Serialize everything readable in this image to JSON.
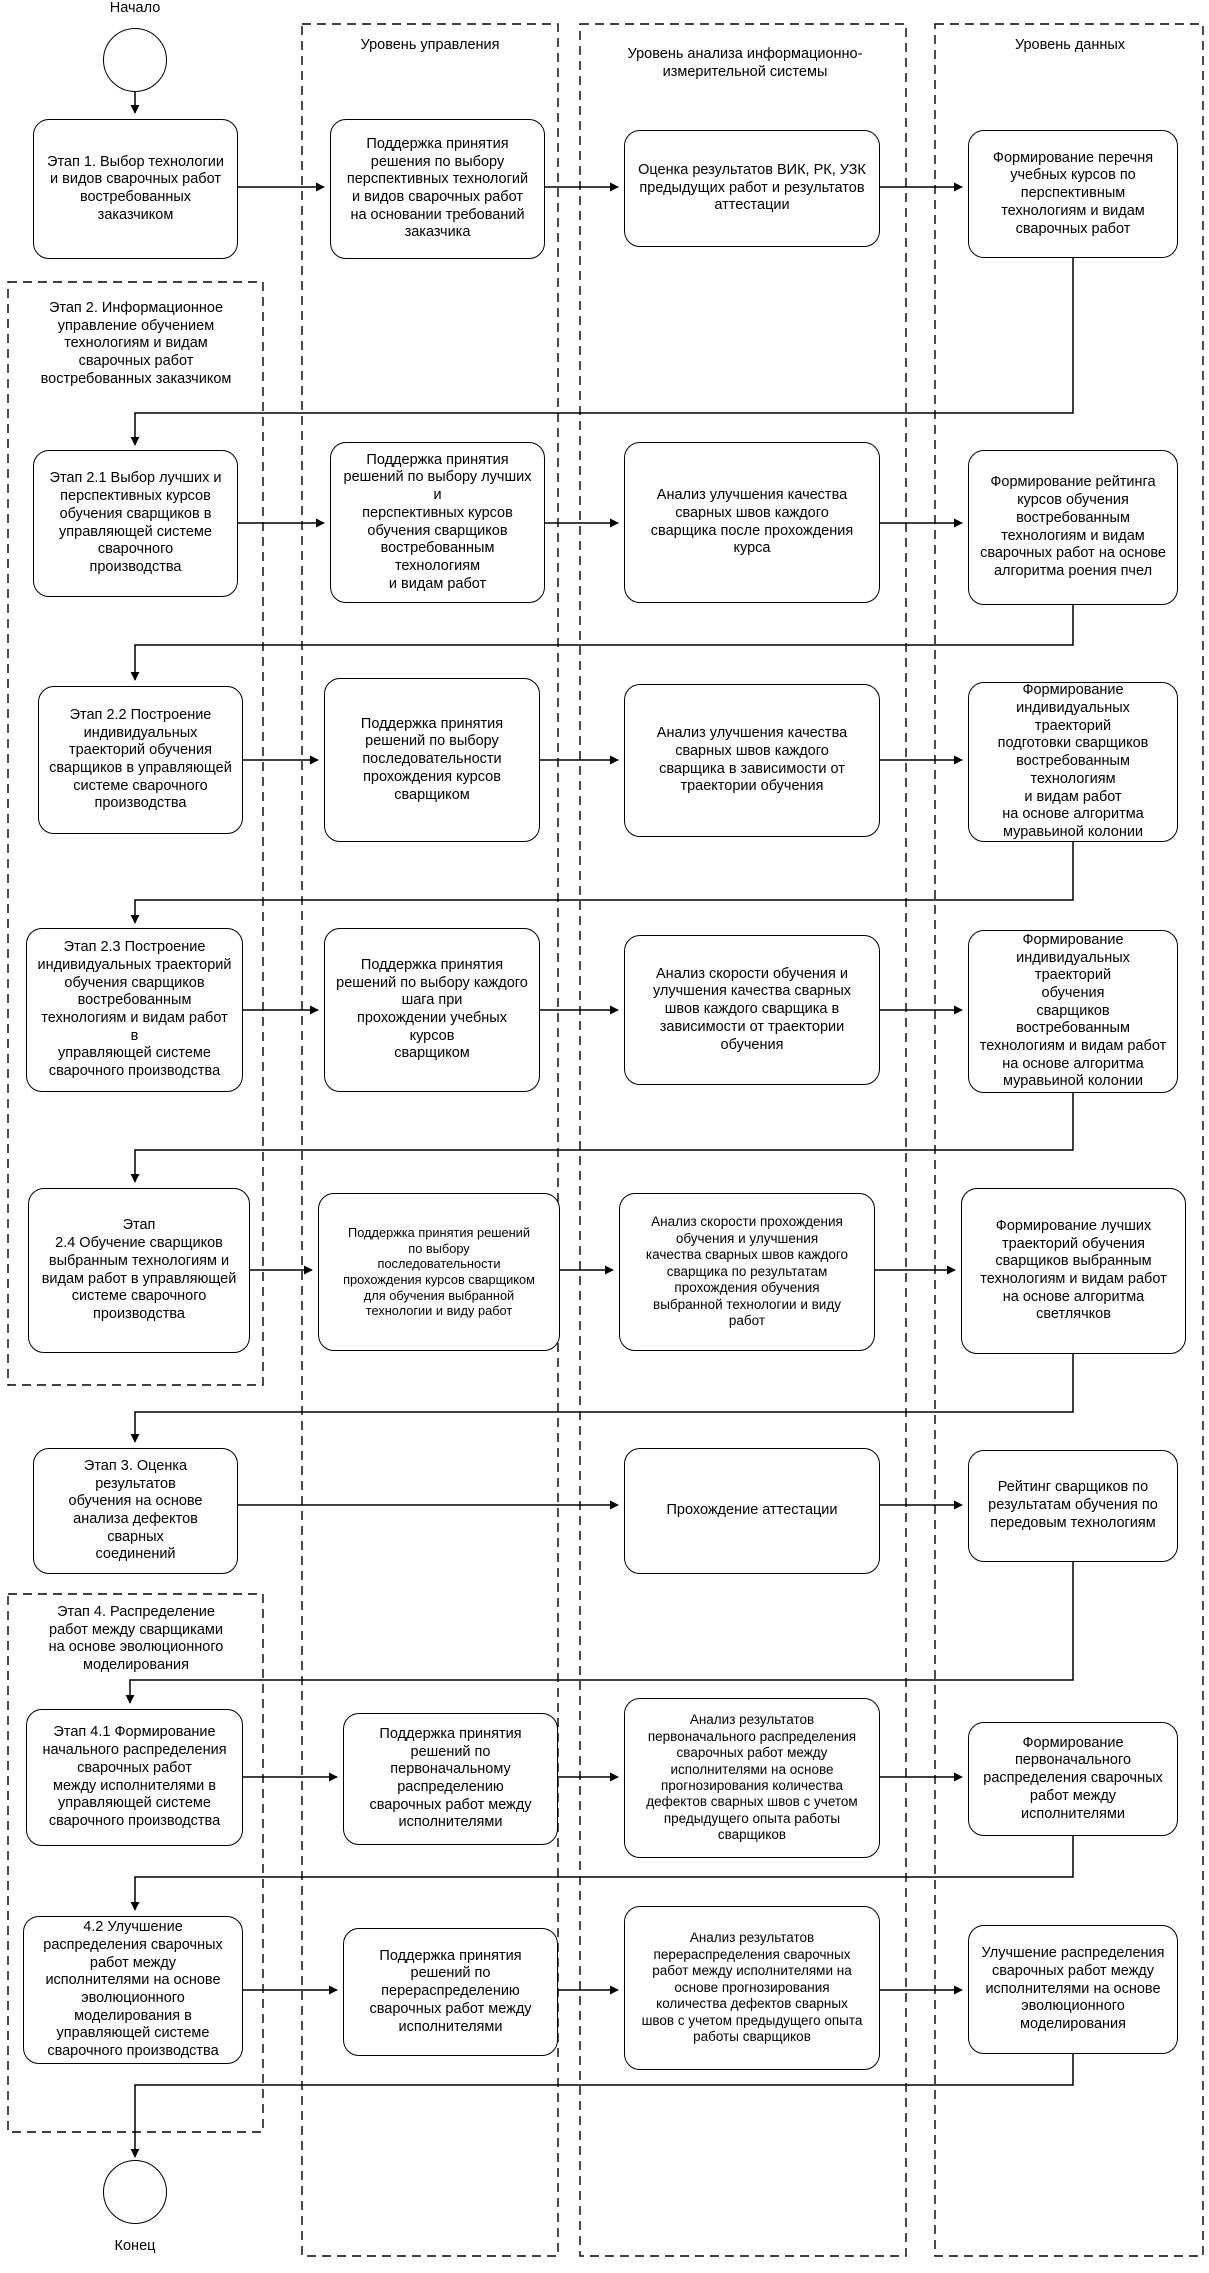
{
  "terminals": {
    "start": "Начало",
    "end": "Конец"
  },
  "lanes": {
    "management": "Уровень управления",
    "analysis": "Уровень анализа информационно-\nизмерительной системы",
    "data": "Уровень данных"
  },
  "group_labels": {
    "stage2": "Этап 2. Информационное\nуправление обучением\nтехнологиям и видам\nсварочных работ\nвостребованных заказчиком",
    "stage4": "Этап 4. Распределение\nработ между сварщиками\nна основе эволюционного\nмоделирования"
  },
  "rows": [
    {
      "stage": "Этап 1. Выбор технологии\nи видов сварочных работ\nвостребованных заказчиком",
      "management": "Поддержка принятия\nрешения по выбору\nперспективных  технологий\nи видов сварочных работ\nна основании требований\nзаказчика",
      "analysis": "Оценка результатов ВИК, РК, УЗК\nпредыдущих работ и результатов\nаттестации",
      "data": "Формирование перечня\nучебных курсов по\nперспективным\nтехнологиям и видам\nсварочных работ"
    },
    {
      "stage": "Этап 2.1 Выбор лучших и\nперспективных курсов\nобучения сварщиков в\nуправляющей системе\nсварочного\nпроизводства",
      "management": "Поддержка принятия\nрешений по выбору лучших и\nперспективных курсов\nобучения сварщиков\nвостребованным технологиям\nи видам работ",
      "analysis": "Анализ улучшения качества\nсварных швов каждого\nсварщика после прохождения\nкурса",
      "data": "Формирование рейтинга\nкурсов обучения\nвостребованным\nтехнологиям и видам\nсварочных работ на основе\nалгоритма роения пчел"
    },
    {
      "stage": "Этап 2.2 Построение\nиндивидуальных\nтраекторий обучения\nсварщиков в управляющей\nсистеме сварочного\nпроизводства",
      "management": "Поддержка принятия\nрешений по выбору\nпоследовательности\nпрохождения курсов\nсварщиком",
      "analysis": "Анализ улучшения качества\nсварных швов каждого\nсварщика в зависимости от\nтраектории обучения",
      "data": "Формирование\nиндивидуальных траекторий\nподготовки сварщиков\nвостребованным технологиям\nи видам работ\nна основе алгоритма\nмуравьиной колонии"
    },
    {
      "stage": "Этап 2.3 Построение\nиндивидуальных траекторий\nобучения сварщиков\nвостребованным\nтехнологиям и видам работ в\nуправляющей системе\nсварочного производства",
      "management": "Поддержка принятия\nрешений по выбору каждого\nшага при\nпрохождении учебных курсов\nсварщиком",
      "analysis": "Анализ скорости обучения и\nулучшения качества сварных\nшвов каждого сварщика в\nзависимости от траектории\nобучения",
      "data": "Формирование\nиндивидуальных траекторий\nобучения\nсварщиков востребованным\nтехнологиям и видам работ\nна основе алгоритма\nмуравьиной колонии"
    },
    {
      "stage": "Этап\n2.4 Обучение сварщиков\nвыбранным технологиям и\nвидам работ в управляющей\nсистеме сварочного\nпроизводства",
      "management": "Поддержка принятия решений\nпо выбору\nпоследовательности\nпрохождения курсов сварщиком\nдля обучения выбранной\nтехнологии и виду работ",
      "analysis": "Анализ скорости прохождения\nобучения и улучшения\nкачества сварных швов каждого\nсварщика по результатам\nпрохождения обучения\nвыбранной технологии и виду\nработ",
      "data": "Формирование лучших\nтраекторий обучения\nсварщиков выбранным\nтехнологиям и видам работ\nна основе алгоритма\nсветлячков"
    },
    {
      "stage": "Этап 3. Оценка результатов\nобучения на основе\nанализа дефектов сварных\nсоединений",
      "management": "",
      "analysis": "Прохождение аттестации",
      "data": "Рейтинг сварщиков по\nрезультатам обучения по\nпередовым технологиям"
    },
    {
      "stage": "Этап 4.1 Формирование\nначального распределения\nсварочных работ\nмежду исполнителями в\nуправляющей системе\nсварочного производства",
      "management": "Поддержка принятия\nрешений по\nпервоначальному\nраспределению\nсварочных работ между\nисполнителями",
      "analysis": "Анализ результатов\nпервоначального распределения\nсварочных работ между\nисполнителями на основе\nпрогнозирования количества\nдефектов сварных швов с учетом\nпредыдущего опыта работы\nсварщиков",
      "data": "Формирование\nпервоначального\nраспределения сварочных\nработ между\nисполнителями"
    },
    {
      "stage": "4.2 Улучшение\nраспределения сварочных\nработ между\nисполнителями на основе\nэволюционного\nмоделирования в\nуправляющей системе\nсварочного производства",
      "management": "Поддержка принятия\nрешений по\nперераспределению\nсварочных работ между\nисполнителями",
      "analysis": "Анализ результатов\nперераспределения сварочных\nработ между исполнителями на\nоснове прогнозирования\nколичества дефектов сварных\nшвов с учетом предыдущего опыта\nработы сварщиков",
      "data": "Улучшение распределения\nсварочных работ между\nисполнителями на основе\nэволюционного\nмоделирования"
    }
  ]
}
